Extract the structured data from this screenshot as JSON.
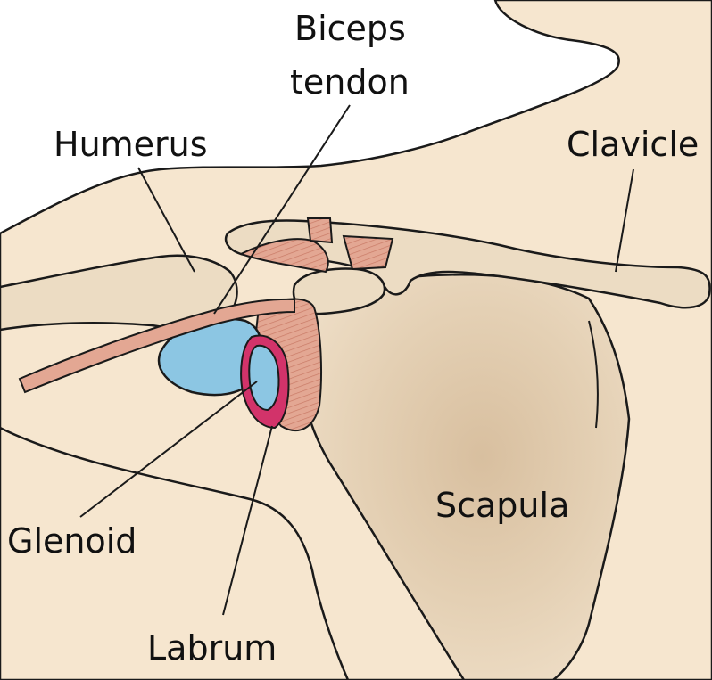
{
  "labels": {
    "biceps_line1": "Biceps",
    "biceps_line2": "tendon",
    "humerus": "Humerus",
    "clavicle": "Clavicle",
    "glenoid": "Glenoid",
    "scapula": "Scapula",
    "labrum": "Labrum"
  },
  "colors": {
    "skin": "#f6e6cf",
    "bone": "#ecdcc3",
    "bone_shadow": "#d9c2a3",
    "outline": "#1a1a1a",
    "cartilage": "#8cc6e3",
    "labrum": "#d2336a",
    "tendon": "#e3a793",
    "tendon_stripe": "#c97a66"
  }
}
